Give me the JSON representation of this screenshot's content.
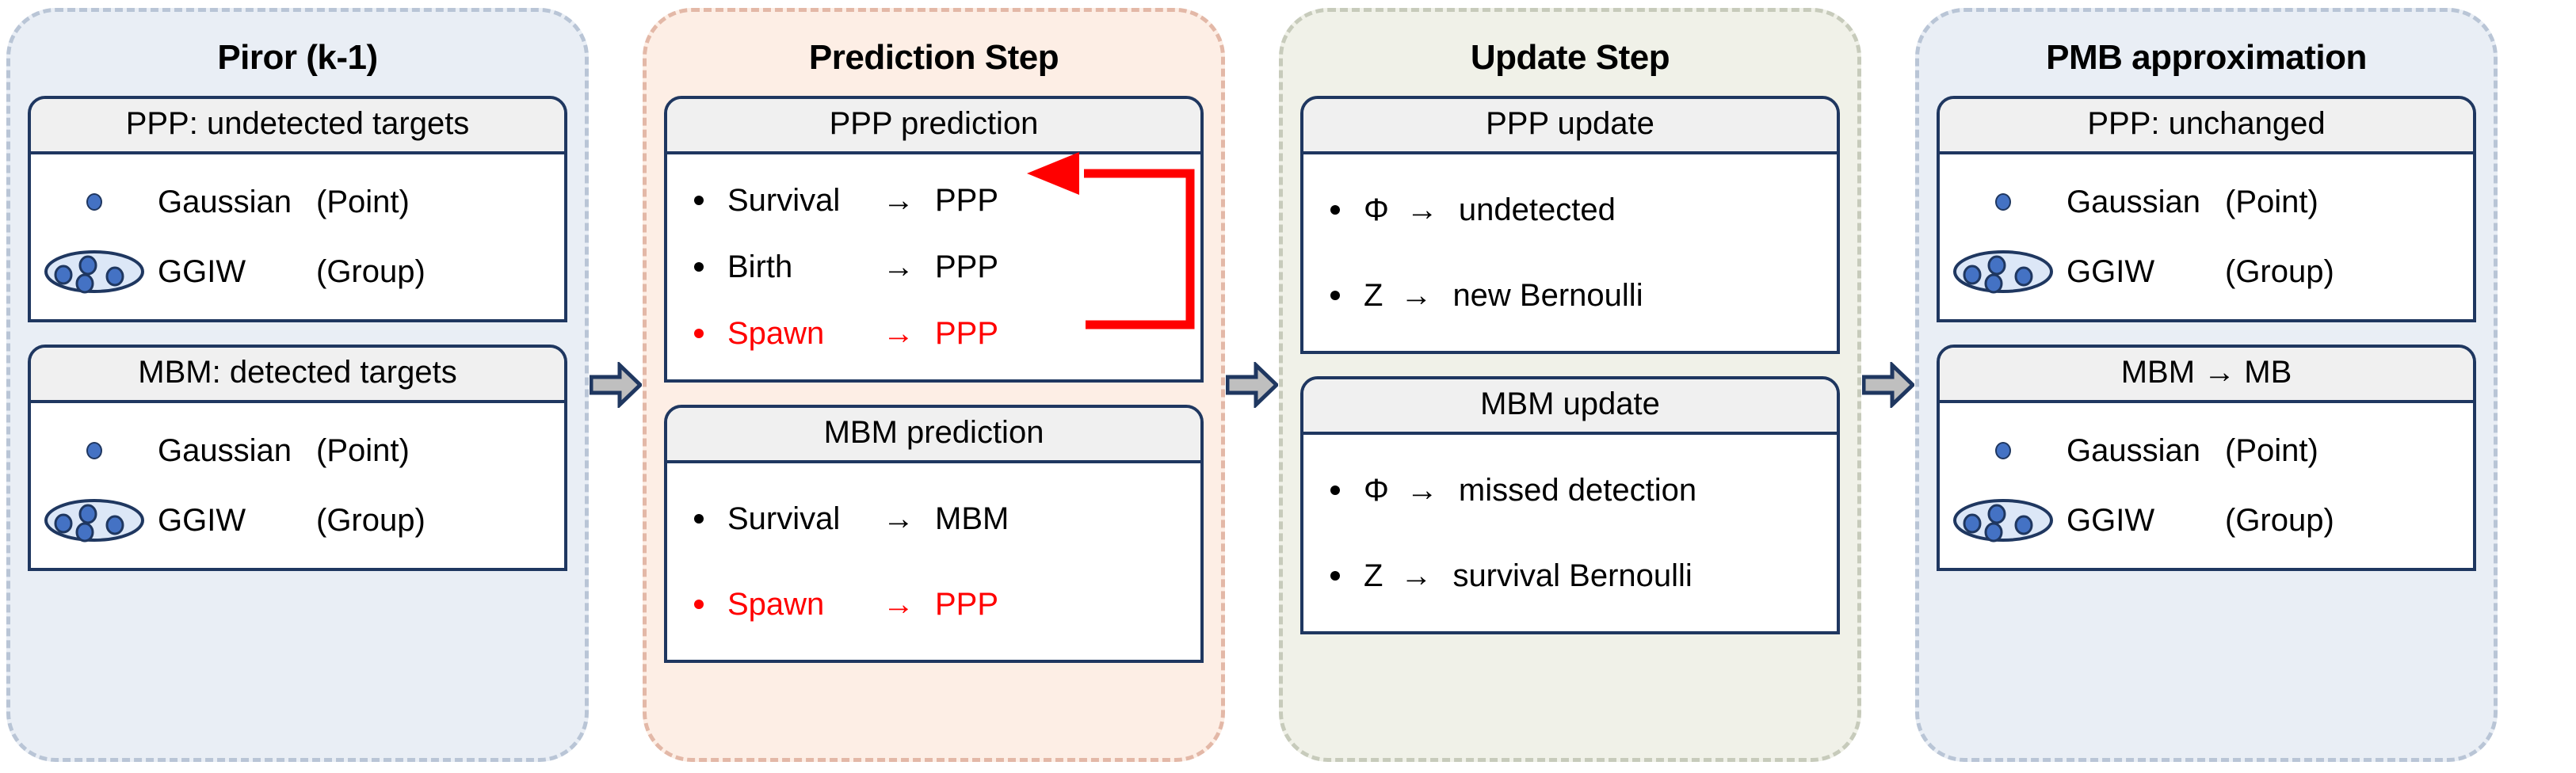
{
  "colors": {
    "prior_fill": "#e9eef5",
    "prior_border": "#b9c5d6",
    "prediction_fill": "#fdeee5",
    "prediction_border": "#e3b8a7",
    "update_fill": "#f0f1e8",
    "update_border": "#c7cbbb",
    "card_border": "#1f3760",
    "card_head_fill": "#f0f0f0",
    "accent_red": "#ff0000",
    "point_blue": "#4472c4",
    "arrow_gray": "#bfbfbf"
  },
  "stages": [
    {
      "id": "prior",
      "title": "Piror (k-1)",
      "cards": [
        {
          "id": "ppp-undetected",
          "header": "PPP:  undetected targets",
          "type": "legend",
          "rows": [
            {
              "glyph": "gaussian-point-icon",
              "name": "Gaussian",
              "kind": "(Point)"
            },
            {
              "glyph": "ggiw-group-icon",
              "name": "GGIW",
              "kind": "(Group)"
            }
          ]
        },
        {
          "id": "mbm-detected",
          "header": "MBM:  detected targets",
          "type": "legend",
          "rows": [
            {
              "glyph": "gaussian-point-icon",
              "name": "Gaussian",
              "kind": "(Point)"
            },
            {
              "glyph": "ggiw-group-icon",
              "name": "GGIW",
              "kind": "(Group)"
            }
          ]
        }
      ]
    },
    {
      "id": "prediction",
      "title": "Prediction Step",
      "cards": [
        {
          "id": "ppp-prediction",
          "header": "PPP prediction",
          "type": "bullets",
          "rows": [
            {
              "from": "Survival",
              "arrow": "→",
              "to": "PPP",
              "red": false
            },
            {
              "from": "Birth",
              "arrow": "→",
              "to": "PPP",
              "red": false
            },
            {
              "from": "Spawn",
              "arrow": "→",
              "to": "PPP",
              "red": true
            }
          ]
        },
        {
          "id": "mbm-prediction",
          "header": "MBM prediction",
          "type": "bullets",
          "rows": [
            {
              "from": "Survival",
              "arrow": "→",
              "to": "MBM",
              "red": false
            },
            {
              "from": "Spawn",
              "arrow": "→",
              "to": "PPP",
              "red": true
            }
          ]
        }
      ]
    },
    {
      "id": "update",
      "title": "Update Step",
      "cards": [
        {
          "id": "ppp-update",
          "header": "PPP update",
          "type": "bullets",
          "rows": [
            {
              "from": "Φ",
              "arrow": "→",
              "to": "undetected",
              "red": false,
              "narrow": true
            },
            {
              "from": "Z",
              "arrow": "→",
              "to": "new Bernoulli",
              "red": false,
              "narrow": true
            }
          ]
        },
        {
          "id": "mbm-update",
          "header": "MBM update",
          "type": "bullets",
          "rows": [
            {
              "from": "Φ",
              "arrow": "→",
              "to": "missed detection",
              "red": false,
              "narrow": true
            },
            {
              "from": "Z",
              "arrow": "→",
              "to": "survival Bernoulli",
              "red": false,
              "narrow": true
            }
          ]
        }
      ]
    },
    {
      "id": "pmb",
      "title": "PMB approximation",
      "cards": [
        {
          "id": "ppp-unchanged",
          "header": "PPP:  unchanged",
          "type": "legend",
          "rows": [
            {
              "glyph": "gaussian-point-icon",
              "name": "Gaussian",
              "kind": "(Point)"
            },
            {
              "glyph": "ggiw-group-icon",
              "name": "GGIW",
              "kind": "(Group)"
            }
          ]
        },
        {
          "id": "mbm-to-mb",
          "header": "MBM → MB",
          "type": "legend",
          "rows": [
            {
              "glyph": "gaussian-point-icon",
              "name": "Gaussian",
              "kind": "(Point)"
            },
            {
              "glyph": "ggiw-group-icon",
              "name": "GGIW",
              "kind": "(Group)"
            }
          ]
        }
      ]
    }
  ],
  "connectors": [
    {
      "id": "prior-to-prediction",
      "icon": "right-arrow-icon"
    },
    {
      "id": "prediction-to-update",
      "icon": "right-arrow-icon"
    },
    {
      "id": "update-to-pmb",
      "icon": "right-arrow-icon"
    }
  ],
  "feedback": {
    "id": "spawn-ppp-feedback",
    "icon": "red-feedback-arrow-icon",
    "description": "Spawn → PPP (MBM prediction) routed up into Spawn → PPP (PPP prediction)"
  }
}
